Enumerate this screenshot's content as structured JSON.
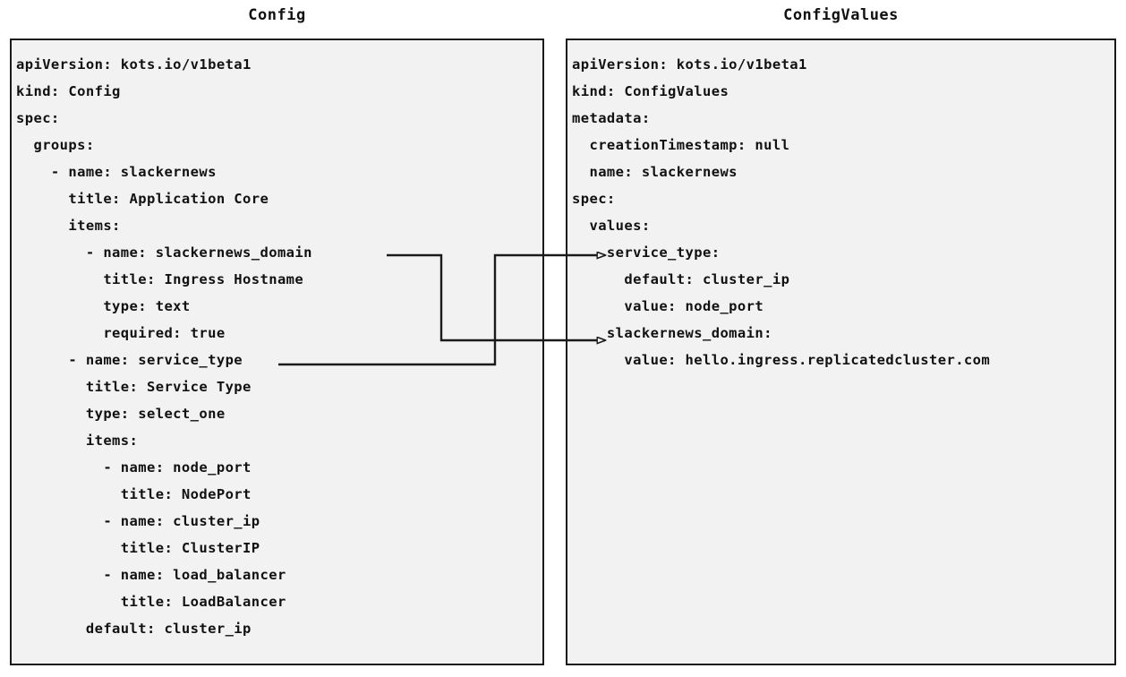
{
  "diagram": {
    "title_left": "Config",
    "title_right": "ConfigValues",
    "background": "#ffffff",
    "panel_fill": "#f2f2f2",
    "panel_border": "#1a1a1a",
    "text_color": "#111111",
    "connector_color": "#1a1a1a"
  },
  "config_panel": {
    "label": "Config",
    "lines": [
      "apiVersion: kots.io/v1beta1",
      "kind: Config",
      "spec:",
      "  groups:",
      "    - name: slackernews",
      "      title: Application Core",
      "      items:",
      "        - name: slackernews_domain",
      "          title: Ingress Hostname",
      "          type: text",
      "          required: true",
      "      - name: service_type",
      "        title: Service Type",
      "        type: select_one",
      "        items:",
      "          - name: node_port",
      "            title: NodePort",
      "          - name: cluster_ip",
      "            title: ClusterIP",
      "          - name: load_balancer",
      "            title: LoadBalancer",
      "        default: cluster_ip"
    ]
  },
  "configvalues_panel": {
    "label": "ConfigValues",
    "lines": [
      "apiVersion: kots.io/v1beta1",
      "kind: ConfigValues",
      "metadata:",
      "  creationTimestamp: null",
      "  name: slackernews",
      "spec:",
      "  values:",
      "    service_type:",
      "      default: cluster_ip",
      "      value: node_port",
      "    slackernews_domain:",
      "      value: hello.ingress.replicatedcluster.com"
    ]
  },
  "connectors": [
    {
      "name": "slackernews-domain-mapping",
      "from_label": "slackernews_domain",
      "to_label": "slackernews_domain:",
      "from_line": 7,
      "to_line": 10
    },
    {
      "name": "service-type-mapping",
      "from_label": "service_type",
      "to_label": "service_type:",
      "from_line": 11,
      "to_line": 7
    }
  ]
}
